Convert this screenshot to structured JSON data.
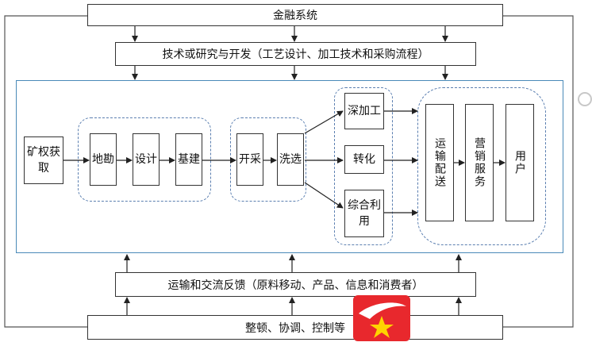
{
  "top_bar": "金融系统",
  "rd_bar": "技术或研究与开发（工艺设计、加工技术和采购流程）",
  "feedback_bar": "运输和交流反馈（原料移动、产品、信息和消费者）",
  "bottom_bar": "整顿、协调、控制等",
  "stages": {
    "mining_rights": "矿权获取",
    "survey": "地勘",
    "design": "设计",
    "construction": "基建",
    "extraction": "开采",
    "beneficiation": "洗选",
    "deep_processing": "深加工",
    "conversion": "转化",
    "comprehensive_use": "综合利用",
    "transport": "运输配送",
    "marketing": "营销服务",
    "users": "用户"
  },
  "logo": {
    "colors": {
      "red": "#e8282d",
      "yellow": "#ffd400",
      "white": "#ffffff"
    }
  }
}
